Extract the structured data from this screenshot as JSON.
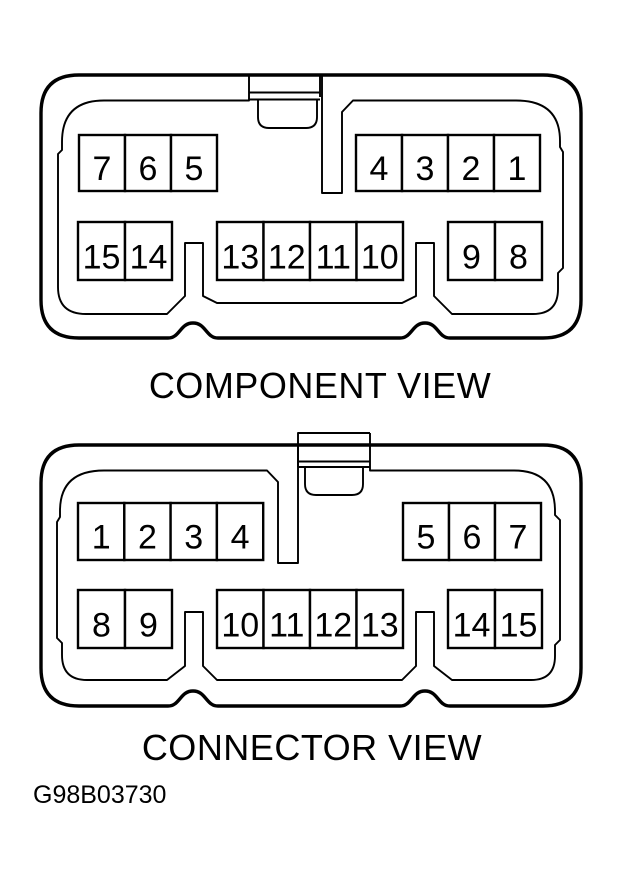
{
  "figure": {
    "code": "G98B03730"
  },
  "colors": {
    "line": "#000000",
    "background": "#ffffff"
  },
  "component_view": {
    "label": "COMPONENT VIEW",
    "pin_groups": [
      {
        "name": "top-left",
        "pins": [
          "7",
          "6",
          "5"
        ]
      },
      {
        "name": "top-right",
        "pins": [
          "4",
          "3",
          "2",
          "1"
        ]
      },
      {
        "name": "bottom-left",
        "pins": [
          "15",
          "14"
        ]
      },
      {
        "name": "bottom-middle",
        "pins": [
          "13",
          "12",
          "11",
          "10"
        ]
      },
      {
        "name": "bottom-right",
        "pins": [
          "9",
          "8"
        ]
      }
    ]
  },
  "connector_view": {
    "label": "CONNECTOR VIEW",
    "pin_groups": [
      {
        "name": "top-left",
        "pins": [
          "1",
          "2",
          "3",
          "4"
        ]
      },
      {
        "name": "top-right",
        "pins": [
          "5",
          "6",
          "7"
        ]
      },
      {
        "name": "bottom-left",
        "pins": [
          "8",
          "9"
        ]
      },
      {
        "name": "bottom-middle",
        "pins": [
          "10",
          "11",
          "12",
          "13"
        ]
      },
      {
        "name": "bottom-right",
        "pins": [
          "14",
          "15"
        ]
      }
    ]
  }
}
